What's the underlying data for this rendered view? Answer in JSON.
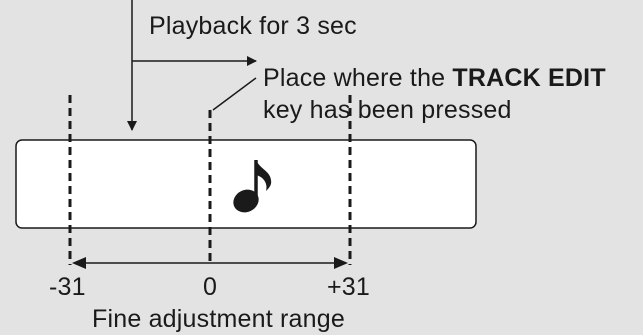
{
  "labels": {
    "playback": "Playback for 3 sec",
    "place_line1_prefix": "Place where the ",
    "place_line1_bold": "TRACK EDIT",
    "place_line2": "key has been pressed",
    "fine_range": "Fine adjustment range"
  },
  "ticks": {
    "minus": "-31",
    "zero": "0",
    "plus": "+31"
  },
  "icons": {
    "note": "music-note-icon"
  },
  "colors": {
    "background": "#e3e3e3",
    "box_fill": "#ffffff",
    "ink": "#1a1a1a"
  }
}
